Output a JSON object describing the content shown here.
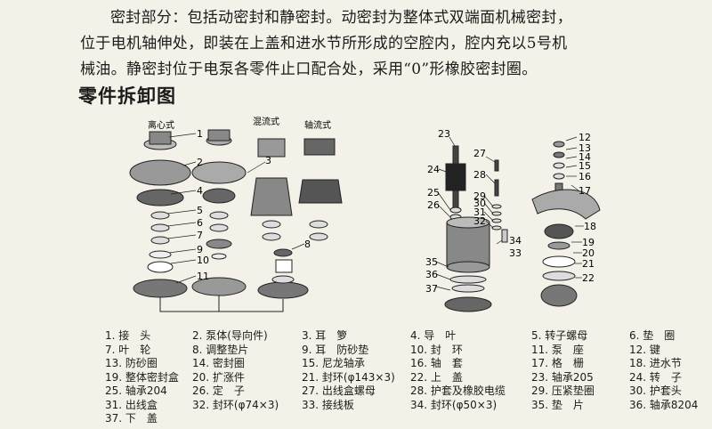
{
  "paragraph": {
    "line1": "密封部分：包括动密封和静密封。动密封为整体式双端面机械密封，",
    "line2": "位于电机轴伸处，即装在上盖和进水节所形成的空腔内，腔内充以5号机",
    "line3": "械油。静密封位于电泵各零件止口配合处，采用“0”形橡胶密封圈。"
  },
  "heading": "零件拆卸图",
  "figure": {
    "labels": [
      "离心式",
      "混流式",
      "轴流式"
    ],
    "left_numbers": [
      "1",
      "2",
      "3",
      "4",
      "5",
      "6",
      "7",
      "8",
      "9",
      "10",
      "11"
    ],
    "right_numbers": [
      "23",
      "24",
      "25",
      "26",
      "27",
      "28",
      "29",
      "30",
      "31",
      "32",
      "33",
      "34",
      "35",
      "36",
      "37",
      "12",
      "13",
      "14",
      "15",
      "16",
      "17",
      "18",
      "19",
      "20",
      "21",
      "22"
    ]
  },
  "legend": [
    [
      "1. 接　头",
      "2. 泵体(导向件)",
      "3. 耳　箩",
      "4. 导　叶",
      "5. 转子螺母",
      "6. 垫　圈"
    ],
    [
      "7. 叶　轮",
      "8. 调整垫片",
      "9. 耳　防砂垫",
      "10. 封　环",
      "11. 泵　座",
      "12. 键"
    ],
    [
      "13. 防砂圈",
      "14. 密封圈",
      "15. 尼龙轴承",
      "16. 轴　套",
      "17. 格　栅",
      "18. 进水节"
    ],
    [
      "19. 整体密封盒",
      "20. 扩涨件",
      "21. 封环(φ143×3)",
      "22. 上　盖",
      "23. 轴承205",
      "24. 转　子"
    ],
    [
      "25. 轴承204",
      "26. 定　子",
      "27. 出线盒螺母",
      "28. 护套及橡胶电缆",
      "29. 压紧垫圈",
      "30. 护套头"
    ],
    [
      "31. 出线盒",
      "32. 封环(φ74×3)",
      "33. 接线板",
      "34. 封环(φ50×3)",
      "35. 垫　片",
      "36. 轴承8204"
    ],
    [
      "37. 下　盖"
    ]
  ]
}
